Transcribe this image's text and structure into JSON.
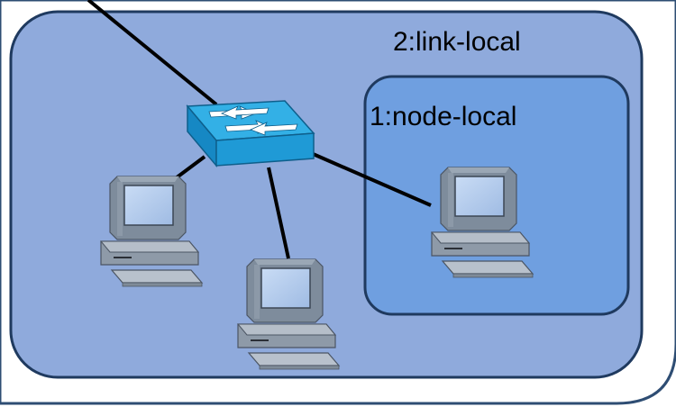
{
  "scopes": {
    "link_local_label": "2:link-local",
    "node_local_label": "1:node-local"
  },
  "devices": {
    "switch_icon": "network-switch-icon",
    "computer_icon": "desktop-computer-icon",
    "computer_count": 3
  },
  "colors": {
    "outer_panel_border": "#2e4d73",
    "link_local_fill": "#8faadc",
    "link_local_border": "#1f3a5f",
    "node_local_fill": "#6f9fe0",
    "switch_top": "#33b0e6",
    "switch_side": "#1a86c2",
    "cable": "#000000"
  }
}
